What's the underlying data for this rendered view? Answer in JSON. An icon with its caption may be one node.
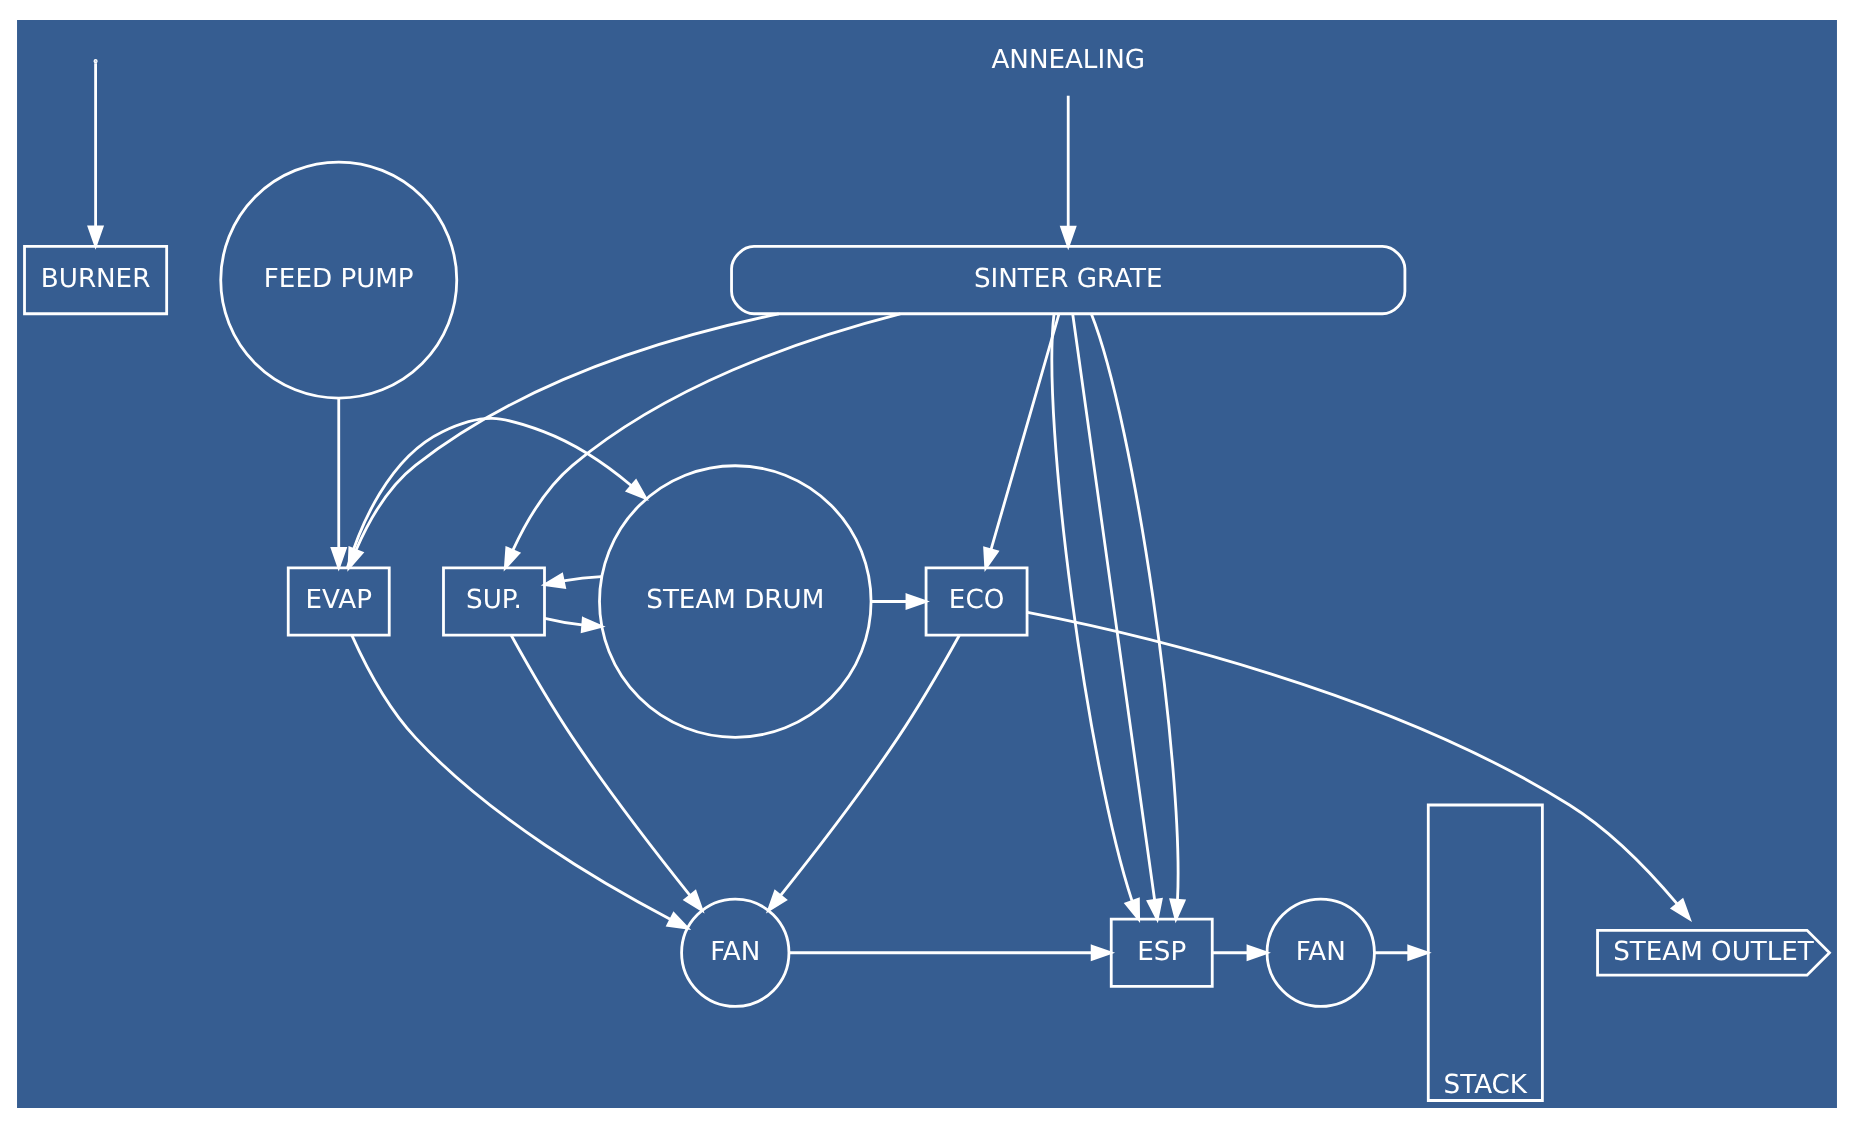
{
  "diagram": {
    "nodes": [
      {
        "text": [
          "BURNER"
        ]
      },
      {
        "text": [
          "ANNEALING"
        ]
      },
      {
        "text": [
          "SINTER GRATE"
        ]
      },
      {
        "text": [
          "ESP"
        ]
      },
      {
        "text": [
          "FAN"
        ]
      },
      {
        "text": [
          "STACK"
        ]
      },
      {
        "text": [
          "FAN"
        ]
      },
      {
        "text": [
          "ECO"
        ]
      },
      {
        "text": [
          "SUP."
        ]
      },
      {
        "text": [
          "EVAP"
        ]
      },
      {
        "text": [
          "STEAM DRUM"
        ]
      },
      {
        "text": [
          "STEAM OUTLET"
        ]
      },
      {
        "text": [
          "FEED PUMP"
        ]
      }
    ],
    "edges": [
      {
        "from": null,
        "to": 0,
        "arrow": "to"
      },
      {
        "from": 1,
        "to": 2,
        "arrow": "to"
      },
      {
        "from": 2,
        "to": 3,
        "arrow": "to"
      },
      {
        "from": 2,
        "to": 3,
        "arrow": "to"
      },
      {
        "from": 2,
        "to": 3,
        "arrow": "to"
      },
      {
        "from": 2,
        "to": 7,
        "arrow": "to"
      },
      {
        "from": 2,
        "to": 8,
        "arrow": "to"
      },
      {
        "from": 2,
        "to": 9,
        "arrow": "to"
      },
      {
        "from": 3,
        "to": 4,
        "arrow": "to"
      },
      {
        "from": 4,
        "to": 5,
        "arrow": "to"
      },
      {
        "from": 7,
        "to": 6,
        "arrow": "to"
      },
      {
        "from": 8,
        "to": 6,
        "arrow": "to"
      },
      {
        "from": 9,
        "to": 6,
        "arrow": "to"
      },
      {
        "from": 6,
        "to": 3,
        "arrow": "to"
      },
      {
        "from": 7,
        "to": 11,
        "arrow": "to"
      },
      {
        "from": 8,
        "to": 10,
        "arrow": "to"
      },
      {
        "from": 9,
        "to": 10,
        "arrow": "to"
      },
      {
        "from": 12,
        "to": 9,
        "arrow": "to"
      },
      {
        "from": 10,
        "to": 8,
        "arrow": "to"
      },
      {
        "from": 10,
        "to": 7,
        "arrow": "to"
      }
    ]
  }
}
